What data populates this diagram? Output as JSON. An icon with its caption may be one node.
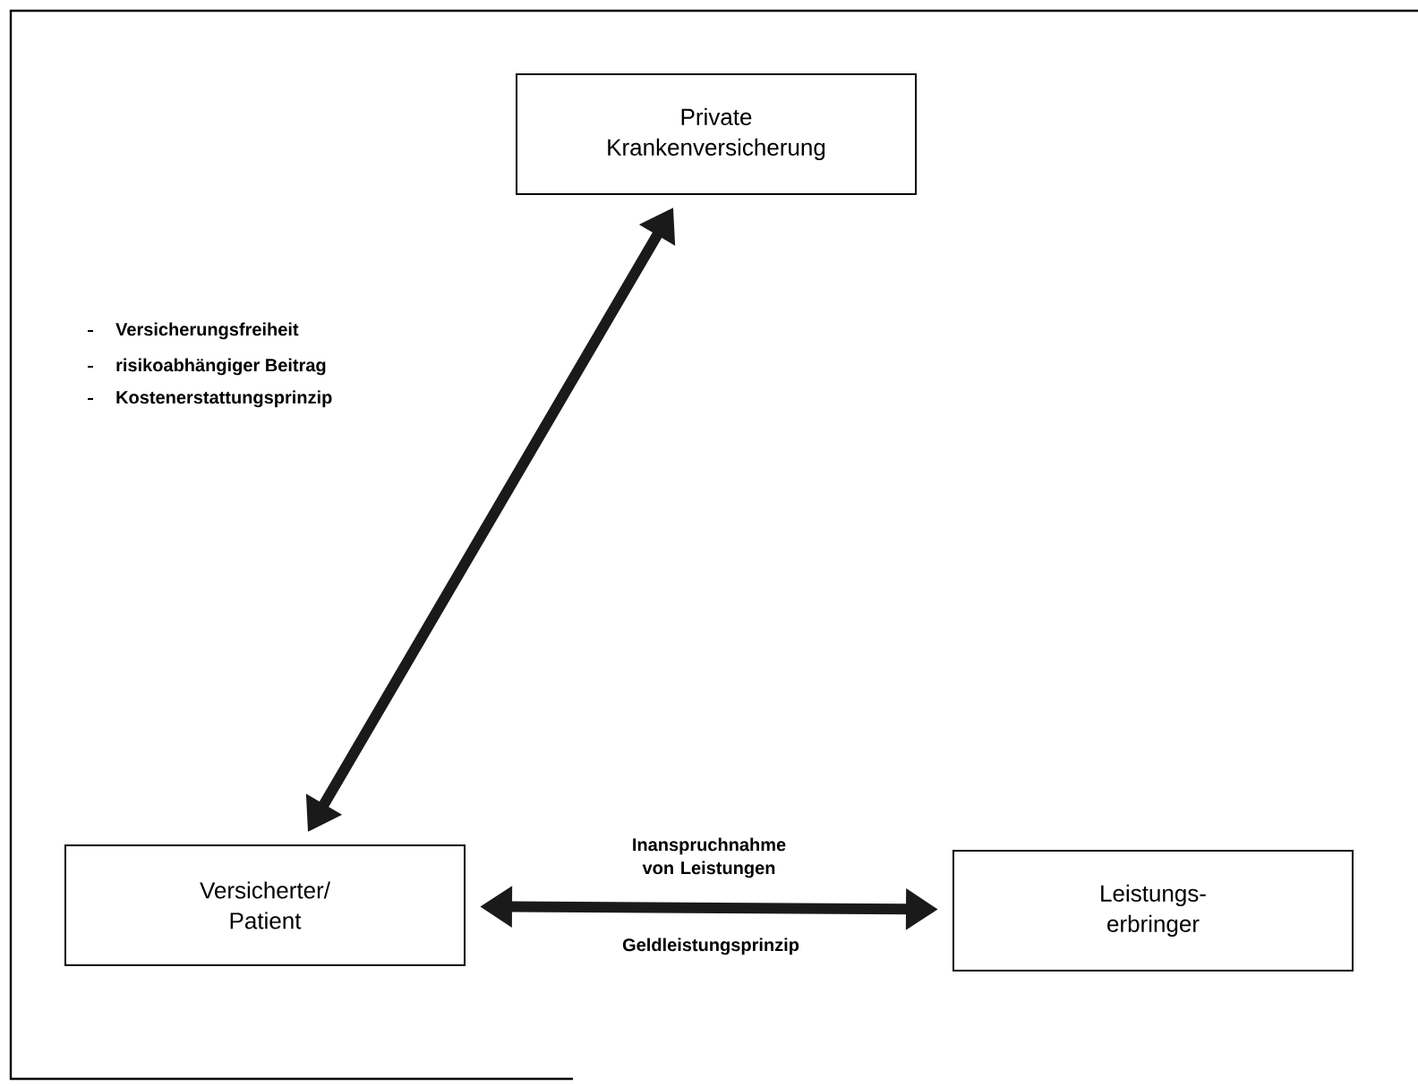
{
  "diagram": {
    "nodes": [
      {
        "text": [
          "Private Krankenversicherung"
        ]
      },
      {
        "text": [
          "Versicherter/ Patient"
        ]
      },
      {
        "text": [
          "Leistungs- erbringer"
        ]
      }
    ],
    "edges": [
      {
        "from": 1,
        "to": 0,
        "arrow": "both"
      },
      {
        "from": 1,
        "to": 2,
        "arrow": "both",
        "label": "Inanspruchnahme von Leistungen"
      }
    ],
    "labels": [
      "Versicherungsfreiheit",
      "risikoabhängiger Beitrag",
      "Kostenerstattungsprinzip",
      "Geldleistungsprinzip"
    ]
  }
}
